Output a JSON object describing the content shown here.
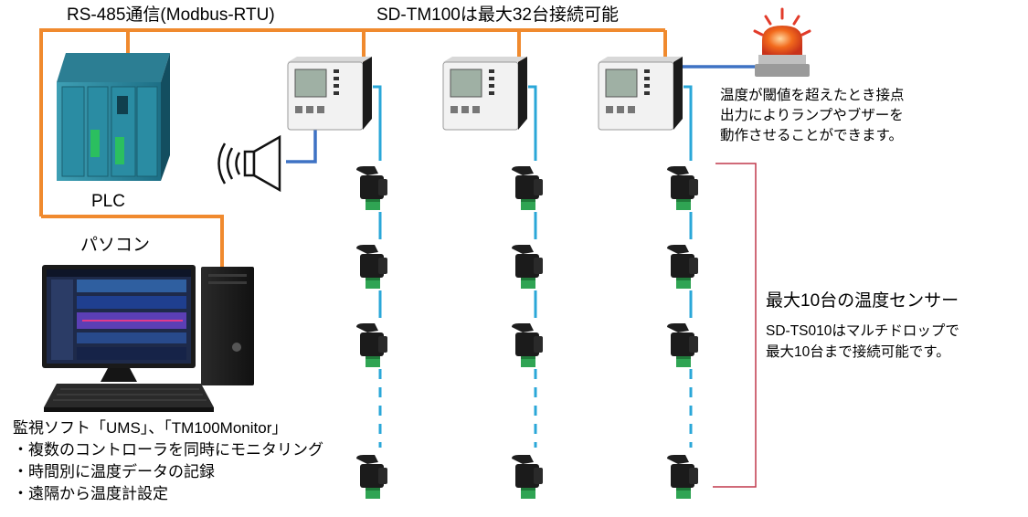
{
  "bus": {
    "protocol_label": "RS-485通信(Modbus-RTU)",
    "capacity_label": "SD-TM100は最大32台接続可能"
  },
  "plc": {
    "label": "PLC"
  },
  "pc": {
    "label": "パソコン"
  },
  "alarm": {
    "lines": [
      "温度が閾値を超えたとき接点",
      "出力によりランプやブザーを",
      "動作させることができます。"
    ]
  },
  "sensors": {
    "heading": "最大10台の温度センサー",
    "lines": [
      "SD-TS010はマルチドロップで",
      "最大10台まで接続可能です。"
    ]
  },
  "software": {
    "lines": [
      "監視ソフト「UMS」、「TM100Monitor」",
      "・複数のコントローラを同時にモニタリング",
      "・時間別に温度データの記録",
      "・遠隔から温度計設定"
    ]
  },
  "colors": {
    "bus_line": "#f08a2e",
    "relay_line": "#3e72c4",
    "sensor_line": "#2aa7d8",
    "bracket": "#c0394b"
  },
  "icons": [
    "plc-icon",
    "controller-icon",
    "speaker-icon",
    "warning-light-icon",
    "sensor-icon",
    "monitor-icon",
    "pc-tower-icon",
    "keyboard-icon"
  ]
}
